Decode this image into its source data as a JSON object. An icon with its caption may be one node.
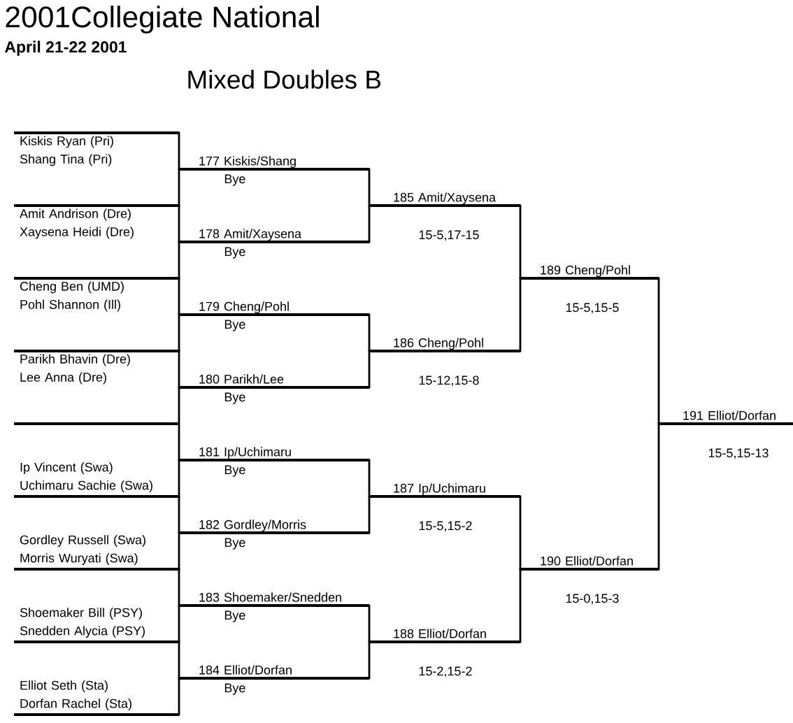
{
  "diagram": {
    "title": "2001Collegiate National",
    "nodes": [
      {
        "text": [
          "Kiskis Ryan (Pri)",
          "Shang Tina (Pri)"
        ]
      },
      {
        "text": [
          "Amit Andrison (Dre)",
          "Xaysena Heidi (Dre)"
        ]
      },
      {
        "text": [
          "Cheng Ben (UMD)",
          "Pohl Shannon (Ill)"
        ]
      },
      {
        "text": [
          "Parikh Bhavin (Dre)",
          "Lee Anna (Dre)"
        ]
      },
      {
        "text": [
          "Ip Vincent (Swa)",
          "Uchimaru Sachie (Swa)"
        ]
      },
      {
        "text": [
          "Gordley Russell (Swa)",
          "Morris Wuryati (Swa)"
        ]
      },
      {
        "text": [
          "Shoemaker Bill (PSY)",
          "Snedden Alycia (PSY)"
        ]
      },
      {
        "text": [
          "Elliot Seth (Sta)",
          "Dorfan Rachel (Sta)"
        ]
      },
      {
        "text": [
          "177",
          "Kiskis/Shang"
        ],
        "beside": [
          "Bye"
        ]
      },
      {
        "text": [
          "178",
          "Amit/Xaysena"
        ],
        "beside": [
          "Bye"
        ]
      },
      {
        "text": [
          "179",
          "Cheng/Pohl"
        ],
        "beside": [
          "Bye"
        ]
      },
      {
        "text": [
          "180",
          "Parikh/Lee"
        ],
        "beside": [
          "Bye"
        ]
      },
      {
        "text": [
          "181",
          "Ip/Uchimaru"
        ],
        "beside": [
          "Bye"
        ]
      },
      {
        "text": [
          "182",
          "Gordley/Morris"
        ],
        "beside": [
          "Bye"
        ]
      },
      {
        "text": [
          "183",
          "Shoemaker/Snedden"
        ],
        "beside": [
          "Bye"
        ]
      },
      {
        "text": [
          "184",
          "Elliot/Dorfan"
        ],
        "beside": [
          "Bye"
        ]
      },
      {
        "text": [
          "185",
          "Amit/Xaysena"
        ],
        "beside": [
          "15-5,17-15"
        ]
      },
      {
        "text": [
          "186",
          "Cheng/Pohl"
        ],
        "beside": [
          "15-12,15-8"
        ]
      },
      {
        "text": [
          "187",
          "Ip/Uchimaru"
        ],
        "beside": [
          "15-5,15-2"
        ]
      },
      {
        "text": [
          "188",
          "Elliot/Dorfan"
        ],
        "beside": [
          "15-2,15-2"
        ]
      },
      {
        "text": [
          "189",
          "Cheng/Pohl"
        ],
        "beside": [
          "15-5,15-5"
        ]
      },
      {
        "text": [
          "190",
          "Elliot/Dorfan"
        ],
        "beside": [
          "15-0,15-3"
        ]
      },
      {
        "text": [
          "191",
          "Elliot/Dorfan"
        ],
        "beside": [
          "15-5,15-13"
        ]
      }
    ],
    "edges": [
      {
        "from": 0,
        "to": 8,
        "arrow": "none"
      },
      {
        "from": 1,
        "to": 9,
        "arrow": "none"
      },
      {
        "from": 2,
        "to": 10,
        "arrow": "none"
      },
      {
        "from": 3,
        "to": 11,
        "arrow": "none"
      },
      {
        "from": 4,
        "to": 12,
        "arrow": "none"
      },
      {
        "from": 5,
        "to": 13,
        "arrow": "none"
      },
      {
        "from": 6,
        "to": 14,
        "arrow": "none"
      },
      {
        "from": 7,
        "to": 15,
        "arrow": "none"
      },
      {
        "from": 8,
        "to": 16,
        "arrow": "none"
      },
      {
        "from": 9,
        "to": 16,
        "arrow": "none"
      },
      {
        "from": 10,
        "to": 17,
        "arrow": "none"
      },
      {
        "from": 11,
        "to": 17,
        "arrow": "none"
      },
      {
        "from": 12,
        "to": 18,
        "arrow": "none"
      },
      {
        "from": 13,
        "to": 18,
        "arrow": "none"
      },
      {
        "from": 14,
        "to": 19,
        "arrow": "none"
      },
      {
        "from": 15,
        "to": 19,
        "arrow": "none"
      },
      {
        "from": 16,
        "to": 20,
        "arrow": "none"
      },
      {
        "from": 17,
        "to": 20,
        "arrow": "none"
      },
      {
        "from": 18,
        "to": 21,
        "arrow": "none"
      },
      {
        "from": 19,
        "to": 21,
        "arrow": "none"
      },
      {
        "from": 20,
        "to": 22,
        "arrow": "none"
      },
      {
        "from": 21,
        "to": 22,
        "arrow": "none"
      }
    ],
    "labels": [
      "April 21-22 2001",
      "Mixed Doubles B"
    ]
  }
}
